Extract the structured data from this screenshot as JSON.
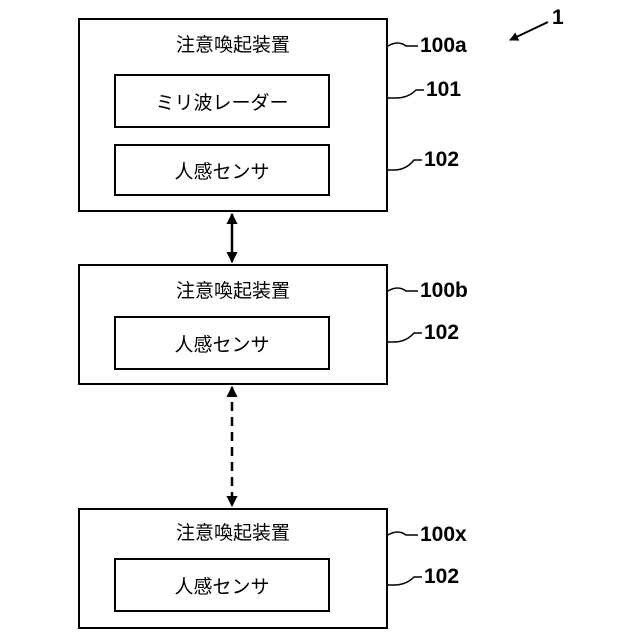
{
  "figure_ref": "1",
  "devices": [
    {
      "title": "注意喚起装置",
      "ref": "100a",
      "components": [
        {
          "label": "ミリ波レーダー",
          "ref": "101"
        },
        {
          "label": "人感センサ",
          "ref": "102"
        }
      ]
    },
    {
      "title": "注意喚起装置",
      "ref": "100b",
      "components": [
        {
          "label": "人感センサ",
          "ref": "102"
        }
      ]
    },
    {
      "title": "注意喚起装置",
      "ref": "100x",
      "components": [
        {
          "label": "人感センサ",
          "ref": "102"
        }
      ]
    }
  ],
  "connections": [
    {
      "from": "100a",
      "to": "100b",
      "style": "solid",
      "arrows": "both"
    },
    {
      "from": "100b",
      "to": "100x",
      "style": "dashed",
      "arrows": "both"
    }
  ]
}
